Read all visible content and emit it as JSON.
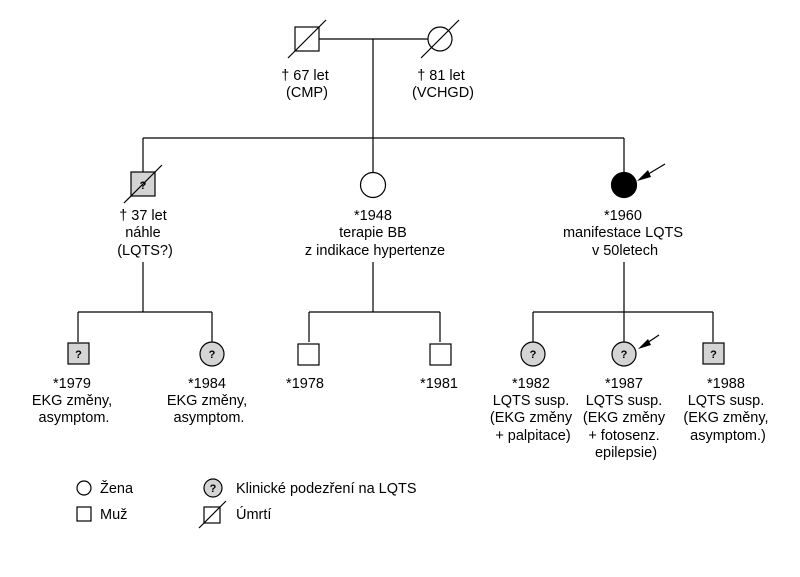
{
  "gen1": {
    "father": {
      "lines": [
        "† 67 let",
        "(CMP)"
      ]
    },
    "mother": {
      "lines": [
        "† 81 let",
        "(VCHGD)"
      ]
    }
  },
  "gen2": [
    {
      "lines": [
        "† 37 let",
        "náhle",
        "(LQTS?)"
      ],
      "mark": "?"
    },
    {
      "lines": [
        "*1948",
        "terapie BB",
        "z indikace hypertenze"
      ]
    },
    {
      "lines": [
        "*1960",
        "manifestace LQTS",
        "v 50letech"
      ]
    }
  ],
  "gen3": [
    {
      "lines": [
        "*1979",
        "EKG změny,",
        "asymptom."
      ],
      "mark": "?"
    },
    {
      "lines": [
        "*1984",
        "EKG změny,",
        "asymptom."
      ],
      "mark": "?"
    },
    {
      "lines": [
        "*1978"
      ]
    },
    {
      "lines": [
        "*1981"
      ]
    },
    {
      "lines": [
        "*1982",
        "LQTS susp.",
        "(EKG změny",
        "+ palpitace)"
      ],
      "mark": "?"
    },
    {
      "lines": [
        "*1987",
        "LQTS susp.",
        "(EKG změny",
        "+ fotosenz.",
        "epilepsie)"
      ],
      "mark": "?"
    },
    {
      "lines": [
        "*1988",
        "LQTS susp.",
        "(EKG změny,",
        "asymptom.)"
      ],
      "mark": "?"
    }
  ],
  "legend": {
    "female": "Žena",
    "male": "Muž",
    "suspect": "Klinické podezření na LQTS",
    "suspect_mark": "?",
    "deceased": "Úmrtí"
  },
  "colors": {
    "suspect_fill": "#d4d4d4",
    "affected_fill": "#000000"
  }
}
